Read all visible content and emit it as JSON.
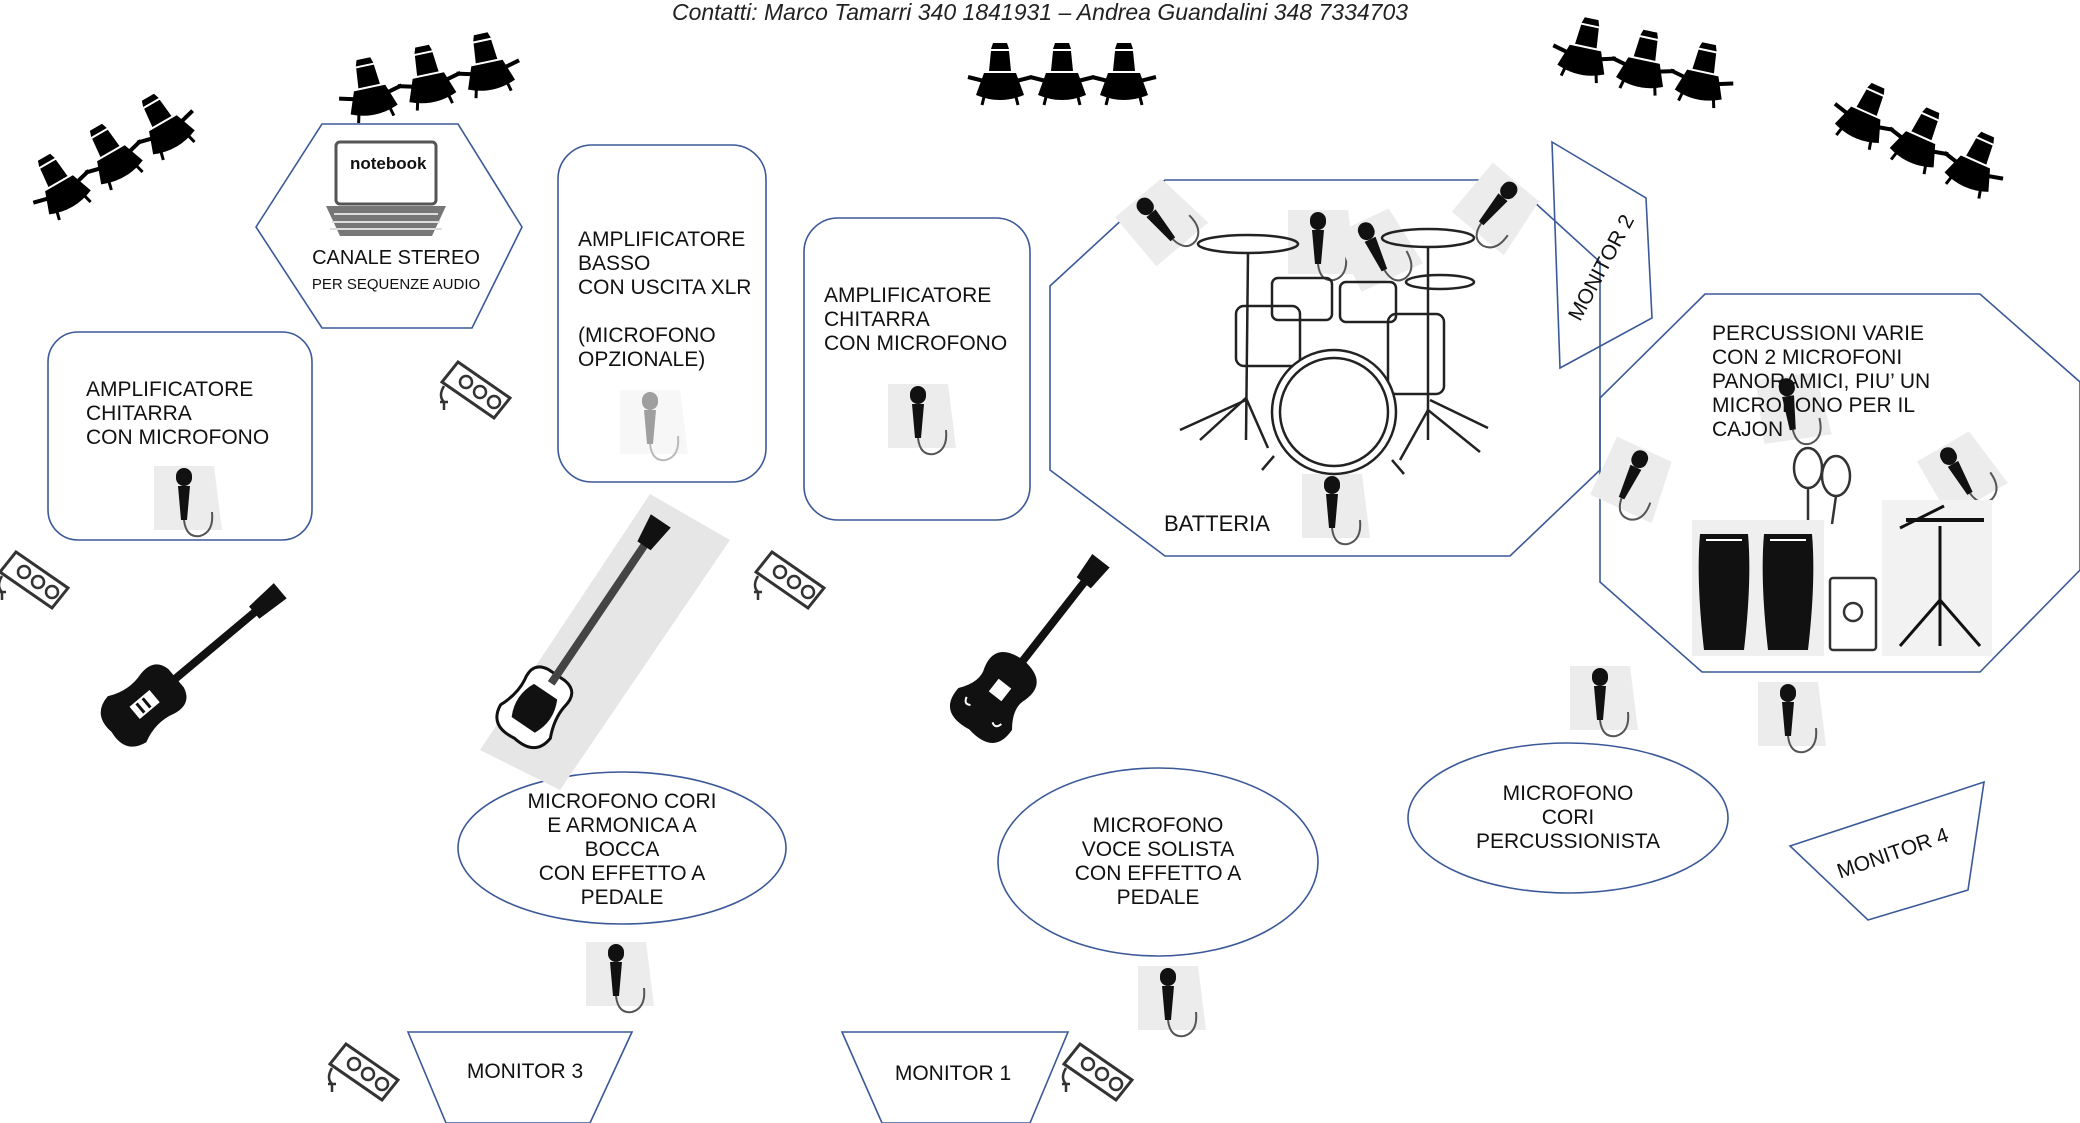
{
  "contacts": "Contatti: Marco Tamarri  340 1841931 – Andrea Guandalini 348 7334703",
  "notebook": {
    "icon_text": "notebook",
    "title": "CANALE STEREO",
    "subtitle": "PER SEQUENZE AUDIO"
  },
  "amp_guitar_left": "AMPLIFICATORE\nCHITARRA\nCON MICROFONO",
  "amp_bass": "AMPLIFICATORE\nBASSO\nCON USCITA XLR\n\n(MICROFONO\nOPZIONALE)",
  "amp_guitar_center": "AMPLIFICATORE\nCHITARRA\nCON MICROFONO",
  "drums": "BATTERIA",
  "percussion": "PERCUSSIONI VARIE\nCON 2 MICROFONI\nPANORAMICI, PIU’ UN\nMICROFONO PER IL\nCAJON",
  "mic_choir_harmonica": "MICROFONO CORI\nE ARMONICA  A\nBOCCA\nCON EFFETTO A\nPEDALE",
  "mic_lead_vocal": "MICROFONO\nVOCE SOLISTA\nCON EFFETTO A\nPEDALE",
  "mic_choir_percussionist": "MICROFONO\nCORI\nPERCUSSIONISTA",
  "monitors": {
    "m1": "MONITOR 1",
    "m2": "MONITOR 2",
    "m3": "MONITOR 3",
    "m4": "MONITOR 4"
  },
  "colors": {
    "outline": "#3b5998",
    "icon": "#111111"
  }
}
